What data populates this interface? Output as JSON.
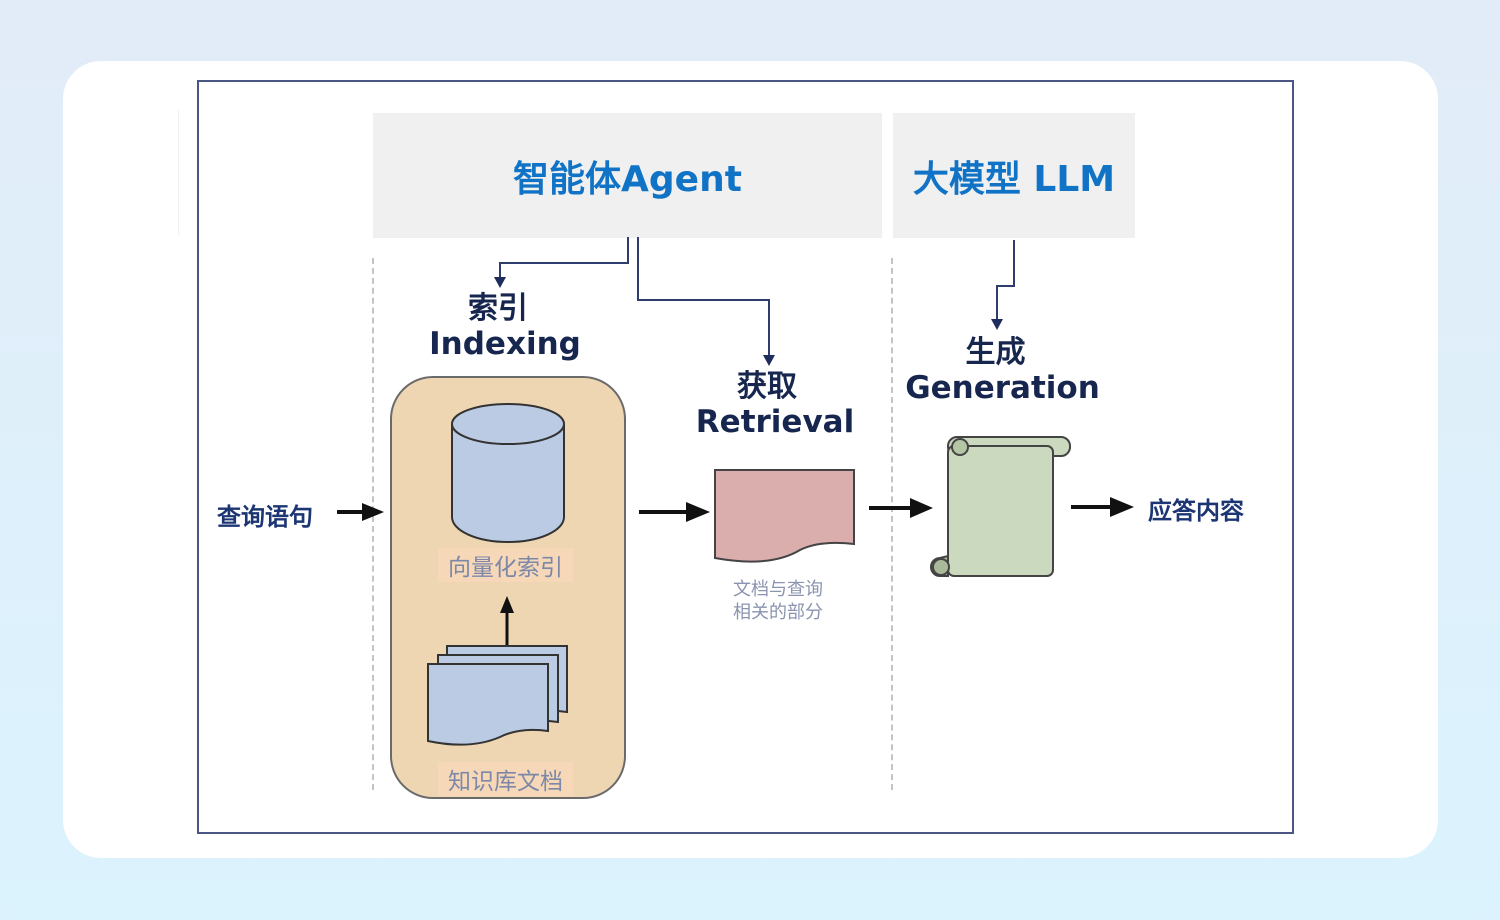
{
  "diagram": {
    "headers": {
      "agent": "智能体Agent",
      "llm": "大模型 LLM"
    },
    "stages": {
      "indexing": {
        "cn": "索引",
        "en": "Indexing"
      },
      "retrieval": {
        "cn": "获取",
        "en": "Retrieval"
      },
      "generation": {
        "cn": "生成",
        "en": "Generation"
      }
    },
    "input_label": "查询语句",
    "output_label": "应答内容",
    "indexing_box": {
      "vector_index_label": "向量化索引",
      "knowledge_docs_label": "知识库文档"
    },
    "retrieval_caption": {
      "line1": "文档与查询",
      "line2": "相关的部分"
    },
    "colors": {
      "header_text": "#1173c6",
      "header_bg": "#f0f0f0",
      "stage_text": "#17264e",
      "indexing_bg": "#efd6b3",
      "cylinder_fill": "#bccbe4",
      "doc_fill": "#bccbe4",
      "retrieval_fill": "#dbaeae",
      "scroll_fill": "#cbdabe",
      "connector": "#2e3d6d"
    }
  }
}
